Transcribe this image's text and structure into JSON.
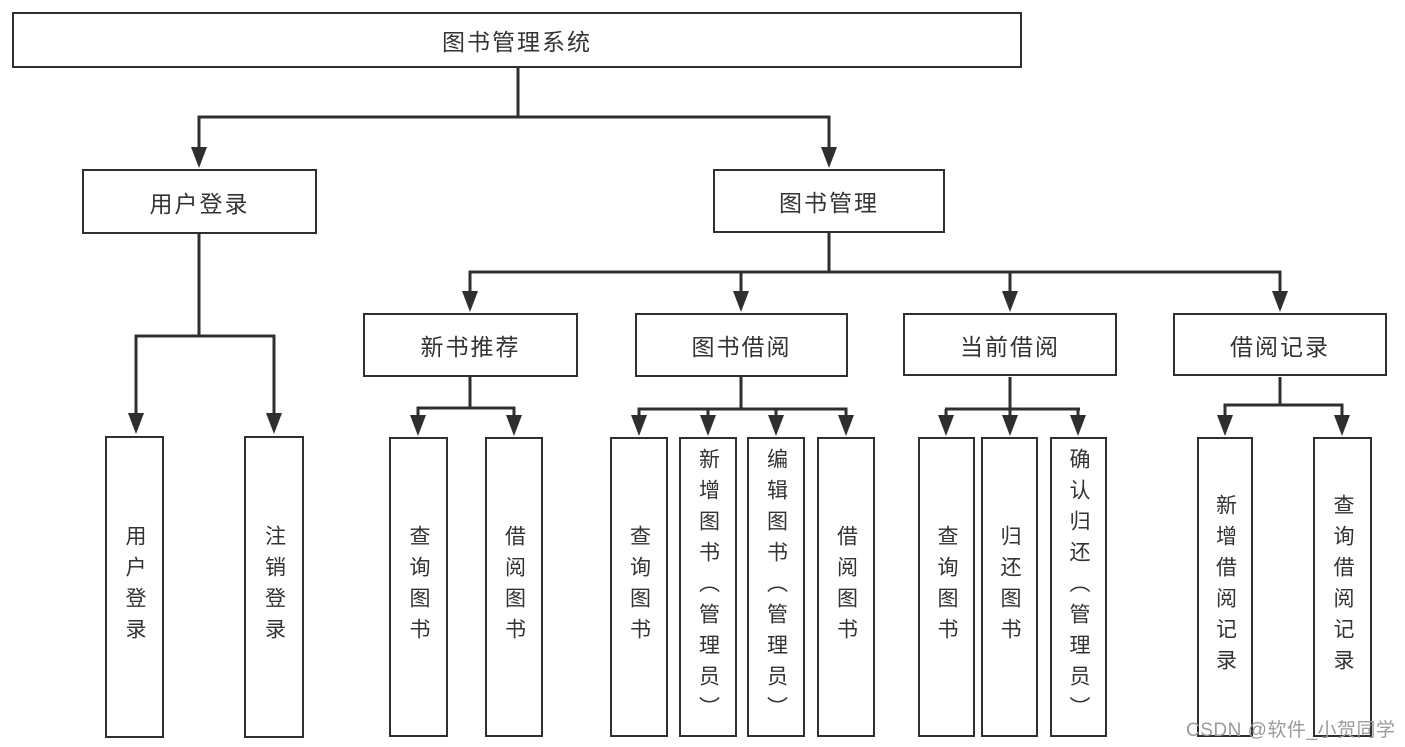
{
  "diagram": {
    "root": {
      "label": "图书管理系统"
    },
    "branches": [
      {
        "label": "用户登录",
        "children": [
          {
            "label": "用户登录"
          },
          {
            "label": "注销登录"
          }
        ]
      },
      {
        "label": "图书管理",
        "sections": [
          {
            "label": "新书推荐",
            "children": [
              {
                "label": "查询图书"
              },
              {
                "label": "借阅图书"
              }
            ]
          },
          {
            "label": "图书借阅",
            "children": [
              {
                "label": "查询图书"
              },
              {
                "label": "新增图书（管理员）"
              },
              {
                "label": "编辑图书（管理员）"
              },
              {
                "label": "借阅图书"
              }
            ]
          },
          {
            "label": "当前借阅",
            "children": [
              {
                "label": "查询图书"
              },
              {
                "label": "归还图书"
              },
              {
                "label": "确认归还（管理员）"
              }
            ]
          },
          {
            "label": "借阅记录",
            "children": [
              {
                "label": "新增借阅记录"
              },
              {
                "label": "查询借阅记录"
              }
            ]
          }
        ]
      }
    ]
  },
  "watermark": {
    "text": "CSDN @软件_小贺同学",
    "color": "#9b9b9b"
  },
  "colors": {
    "line": "#2f2f2f",
    "text": "#333333",
    "background": "#ffffff"
  }
}
